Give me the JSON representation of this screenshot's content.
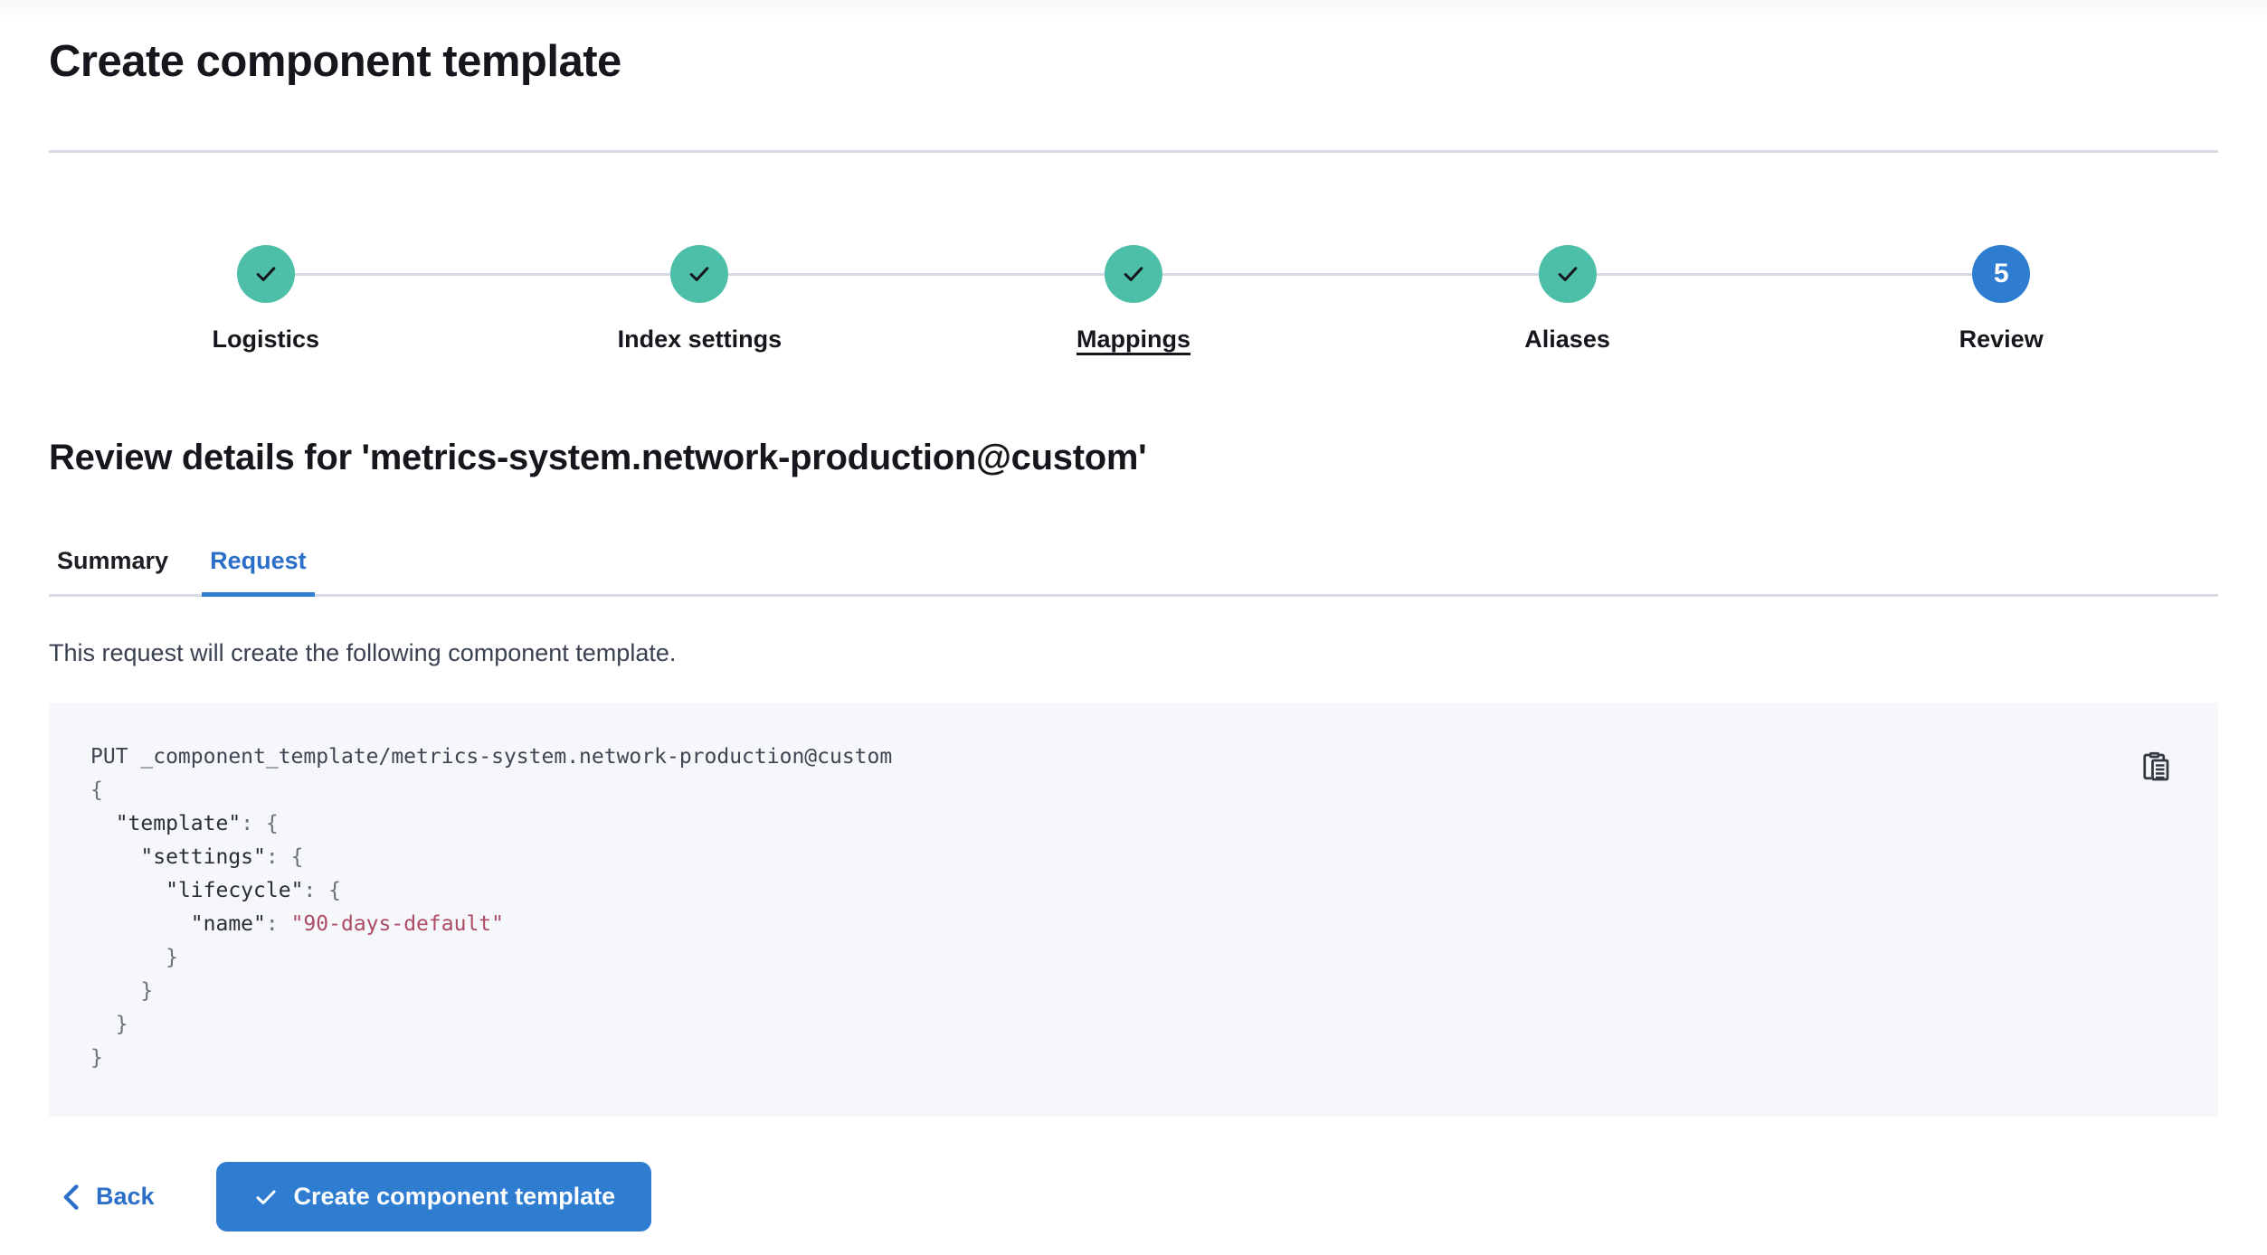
{
  "page": {
    "title": "Create component template"
  },
  "stepper": {
    "steps": [
      {
        "label": "Logistics",
        "status": "complete",
        "hovered": false
      },
      {
        "label": "Index settings",
        "status": "complete",
        "hovered": false
      },
      {
        "label": "Mappings",
        "status": "complete",
        "hovered": true
      },
      {
        "label": "Aliases",
        "status": "complete",
        "hovered": false
      },
      {
        "label": "Review",
        "status": "current",
        "number": "5",
        "hovered": false
      }
    ]
  },
  "review": {
    "heading": "Review details for 'metrics-system.network-production@custom'"
  },
  "tabs": [
    {
      "label": "Summary",
      "selected": false
    },
    {
      "label": "Request",
      "selected": true
    }
  ],
  "request_tab": {
    "description": "This request will create the following component template.",
    "code": {
      "lines": [
        [
          {
            "t": "PUT _component_template/metrics-system.network-production@custom",
            "c": "plain"
          }
        ],
        [
          {
            "t": "{",
            "c": "punct"
          }
        ],
        [
          {
            "t": "  ",
            "c": "plain"
          },
          {
            "t": "\"template\"",
            "c": "key"
          },
          {
            "t": ": ",
            "c": "punct"
          },
          {
            "t": "{",
            "c": "punct"
          }
        ],
        [
          {
            "t": "    ",
            "c": "plain"
          },
          {
            "t": "\"settings\"",
            "c": "key"
          },
          {
            "t": ": ",
            "c": "punct"
          },
          {
            "t": "{",
            "c": "punct"
          }
        ],
        [
          {
            "t": "      ",
            "c": "plain"
          },
          {
            "t": "\"lifecycle\"",
            "c": "key"
          },
          {
            "t": ": ",
            "c": "punct"
          },
          {
            "t": "{",
            "c": "punct"
          }
        ],
        [
          {
            "t": "        ",
            "c": "plain"
          },
          {
            "t": "\"name\"",
            "c": "key"
          },
          {
            "t": ": ",
            "c": "punct"
          },
          {
            "t": "\"90-days-default\"",
            "c": "string"
          }
        ],
        [
          {
            "t": "      }",
            "c": "punct"
          }
        ],
        [
          {
            "t": "    }",
            "c": "punct"
          }
        ],
        [
          {
            "t": "  }",
            "c": "punct"
          }
        ],
        [
          {
            "t": "}",
            "c": "punct"
          }
        ]
      ]
    }
  },
  "footer": {
    "back_label": "Back",
    "create_label": "Create component template"
  },
  "icons": {
    "step_complete": "check-icon",
    "copy": "copy-clipboard-icon",
    "back": "chevron-left-icon",
    "create": "check-icon"
  },
  "colors": {
    "primary_blue": "#2F7DD1",
    "link_blue": "#2B6FC9",
    "success_teal": "#4DBEA7",
    "divider": "#D3DAE6",
    "code_background": "#F5F7FA",
    "code_string": "#AD4C64",
    "text_dark": "#16171C",
    "text_body": "#3A4150"
  }
}
